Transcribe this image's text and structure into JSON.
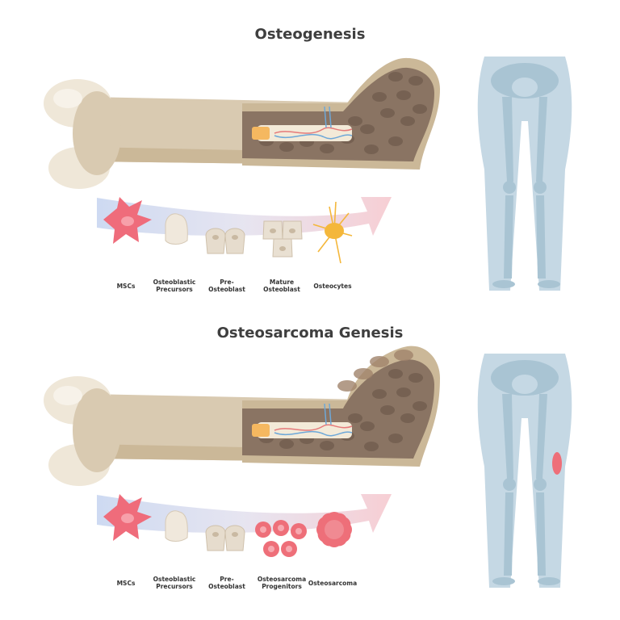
{
  "sections": [
    {
      "title": "Osteogenesis",
      "stages": [
        "MSCs",
        "Osteoblastic\nPrecursors",
        "Pre-\nOsteoblast",
        "Mature\nOsteoblast",
        "Osteocytes"
      ]
    },
    {
      "title": "Osteosarcoma Genesis",
      "stages": [
        "MSCs",
        "Osteoblastic\nPrecursors",
        "Pre-\nOsteoblast",
        "Osteosarcoma\nProgenitors",
        "Osteosarcoma"
      ]
    }
  ],
  "colors": {
    "bone": "#d9cab1",
    "bone_dark": "#cbb898",
    "bone_light": "#efe7d8",
    "marrow": "#8a7463",
    "marrow_dark": "#6e5a4b",
    "skeleton_body": "#c5d8e4",
    "skeleton_bone": "#a9c4d3",
    "msc": "#ef6c7b",
    "tumor": "#ee6f79",
    "osteocyte": "#f4b73b"
  }
}
